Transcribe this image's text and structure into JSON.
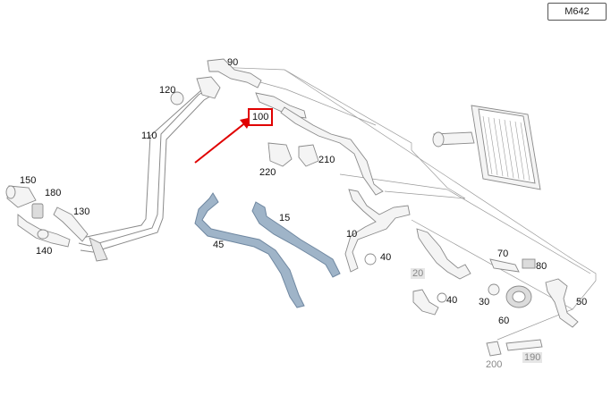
{
  "model_code": "M642",
  "colors": {
    "line_art": "#8a8a8a",
    "part_fill": "#f4f4f4",
    "blue_hose": "#9fb4c8",
    "blue_hose_edge": "#6f87a0",
    "highlight_red": "#e00000",
    "muted_label": "#888888"
  },
  "callouts": [
    {
      "id": "p90",
      "label": "90"
    },
    {
      "id": "p120",
      "label": "120"
    },
    {
      "id": "p100",
      "label": "100",
      "selected": true
    },
    {
      "id": "p110",
      "label": "110"
    },
    {
      "id": "p150",
      "label": "150"
    },
    {
      "id": "p180",
      "label": "180"
    },
    {
      "id": "p130",
      "label": "130"
    },
    {
      "id": "p140",
      "label": "140"
    },
    {
      "id": "p220",
      "label": "220"
    },
    {
      "id": "p210",
      "label": "210"
    },
    {
      "id": "p15",
      "label": "15"
    },
    {
      "id": "p45",
      "label": "45"
    },
    {
      "id": "p10",
      "label": "10"
    },
    {
      "id": "p40a",
      "label": "40"
    },
    {
      "id": "p20",
      "label": "20",
      "muted": true
    },
    {
      "id": "p70",
      "label": "70"
    },
    {
      "id": "p80",
      "label": "80"
    },
    {
      "id": "p40b",
      "label": "40"
    },
    {
      "id": "p30",
      "label": "30"
    },
    {
      "id": "p60",
      "label": "60"
    },
    {
      "id": "p50",
      "label": "50"
    },
    {
      "id": "p200",
      "label": "200",
      "muted": true
    },
    {
      "id": "p190",
      "label": "190",
      "muted": true
    }
  ]
}
